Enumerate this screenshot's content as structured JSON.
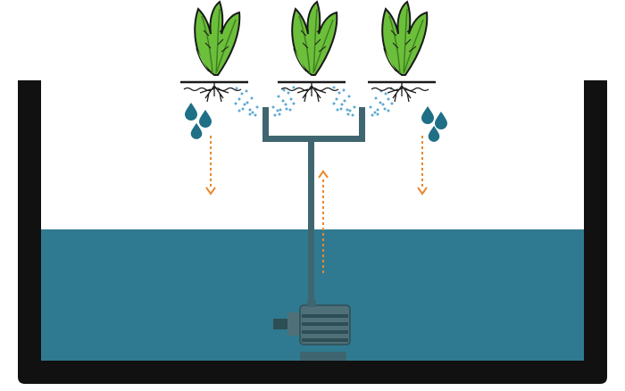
{
  "diagram": {
    "subject": "aeroponic-system",
    "colors": {
      "water": "#2f7a90",
      "tank": "#111111",
      "pipe": "#3f6670",
      "spray": "#5fa8d3",
      "droplet": "#1f6f86",
      "flow_arrow": "#e8892f",
      "leaf": "#6cbf3a",
      "leaf_dark": "#3f7f22",
      "outline": "#1a1a1a",
      "motor": "#4f7078",
      "motor_dark": "#2e4e56"
    },
    "plants": [
      {
        "name": "lettuce-left"
      },
      {
        "name": "lettuce-center"
      },
      {
        "name": "lettuce-right"
      }
    ],
    "flow_arrows": [
      {
        "name": "drip-arrow-left",
        "direction": "down"
      },
      {
        "name": "pump-flow-arrow",
        "direction": "up"
      },
      {
        "name": "drip-arrow-right",
        "direction": "down"
      }
    ]
  }
}
